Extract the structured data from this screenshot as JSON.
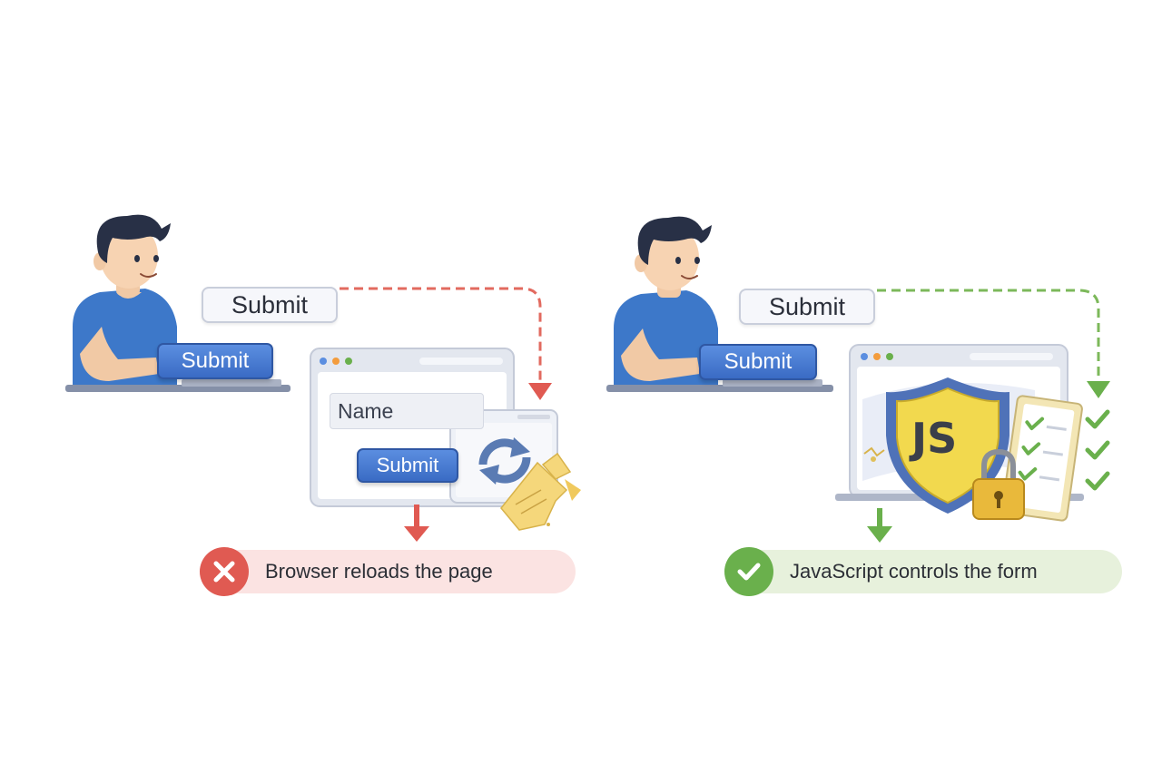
{
  "left_panel": {
    "floating_button_label": "Submit",
    "laptop_button_label": "Submit",
    "form": {
      "name_field_value": "Name",
      "submit_label": "Submit"
    },
    "result_text": "Browser reloads the page"
  },
  "right_panel": {
    "floating_button_label": "Submit",
    "laptop_button_label": "Submit",
    "shield_label": "JS",
    "result_text": "JavaScript controls the form"
  },
  "colors": {
    "bad": "#e05a52",
    "good": "#6ab04c",
    "button_blue": "#3a6bc4",
    "shirt_blue": "#3d78c9"
  },
  "icons": [
    "person",
    "laptop",
    "browser-window",
    "reload-icon",
    "torn-paper",
    "shield",
    "padlock",
    "checklist",
    "error-icon",
    "success-icon"
  ]
}
